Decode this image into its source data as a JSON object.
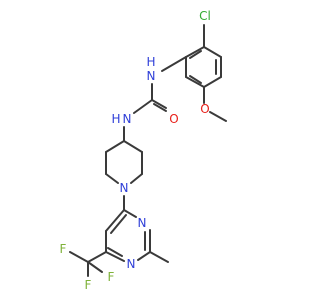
{
  "molecule": {
    "atom_labels": {
      "cl": "Cl",
      "nh_top": "N",
      "h_top": "H",
      "o_carbonyl": "O",
      "o_methoxy": "O",
      "nh_left": "N",
      "h_left": "H",
      "n_piperidine": "N",
      "n_pyrimidine_1": "N",
      "n_pyrimidine_2": "N",
      "f1": "F",
      "f2": "F",
      "f3": "F"
    },
    "colors": {
      "bond": "#3a3a3a",
      "chlorine": "#33aa33",
      "nitrogen": "#2f3fd8",
      "oxygen": "#e8201a",
      "fluorine": "#7fb23a"
    }
  }
}
